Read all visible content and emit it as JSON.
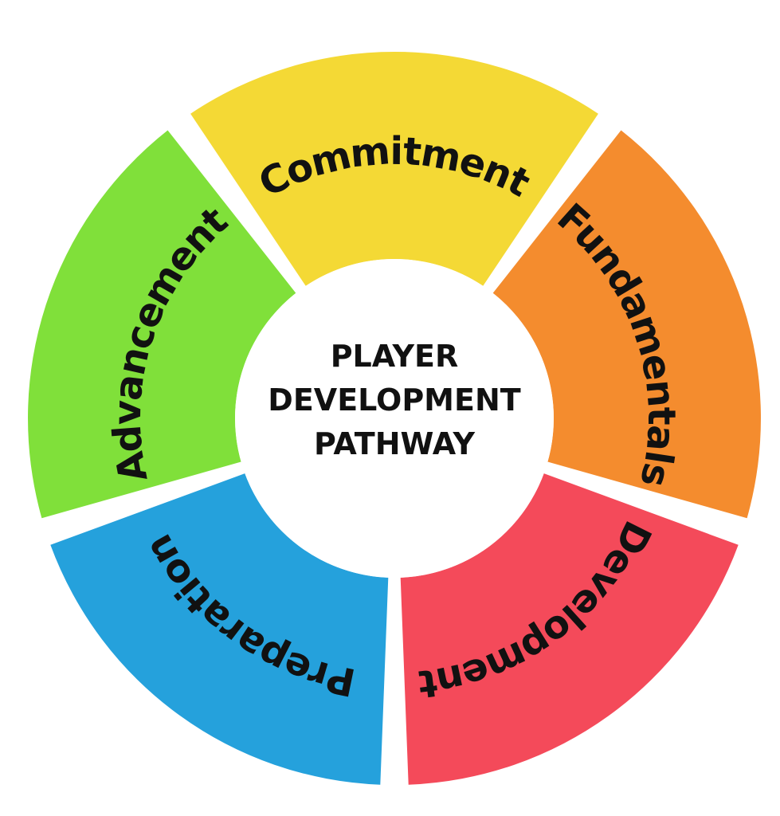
{
  "center": {
    "lines": [
      "PLAYER",
      "DEVELOPMENT",
      "PATHWAY"
    ]
  },
  "segments": [
    {
      "label": "Commitment",
      "color": "#F4D935"
    },
    {
      "label": "Fundamentals",
      "color": "#F48C2E"
    },
    {
      "label": "Development",
      "color": "#F44A5A"
    },
    {
      "label": "Preparation",
      "color": "#25A1DC"
    },
    {
      "label": "Advancement",
      "color": "#80E03A"
    }
  ]
}
